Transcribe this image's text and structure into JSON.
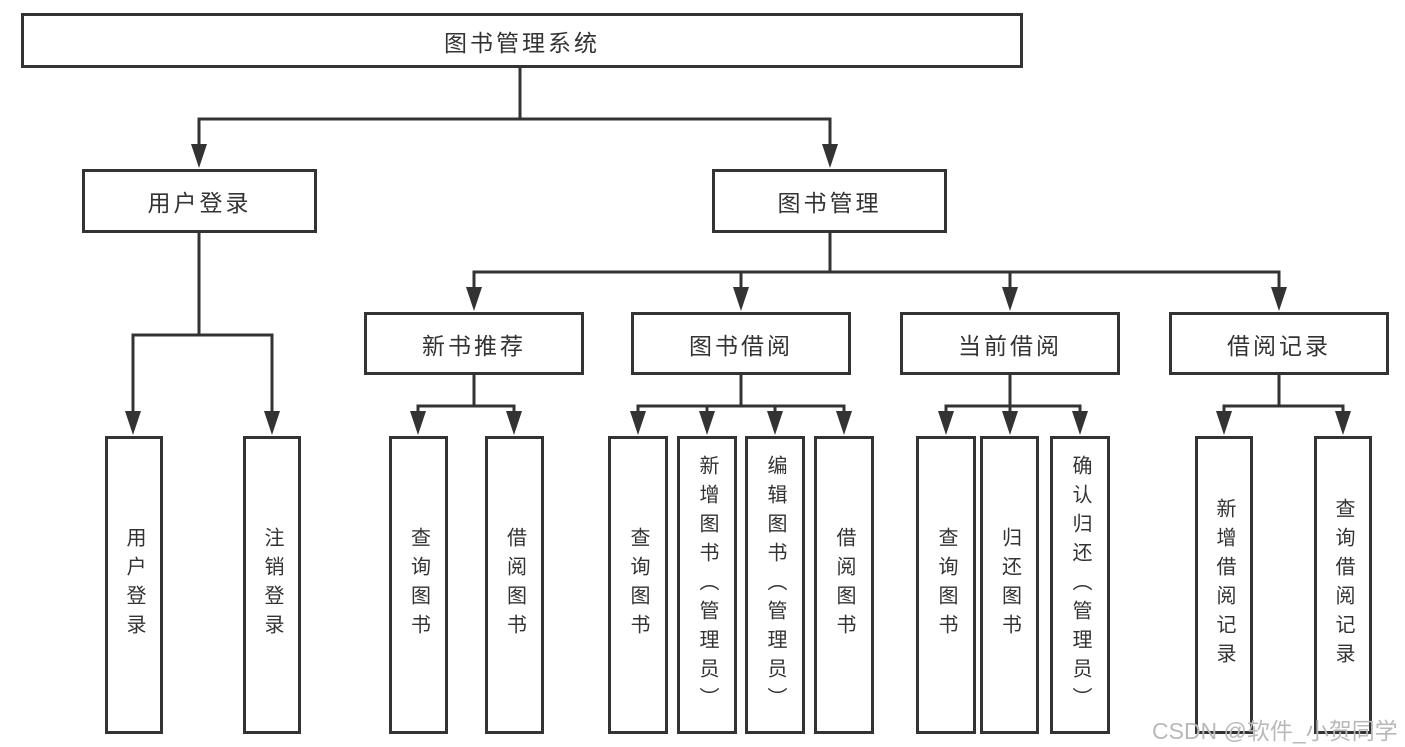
{
  "tree": {
    "root": {
      "label": "图书管理系统"
    },
    "branches": [
      {
        "label": "用户登录",
        "children": [
          {
            "label": "用户登录"
          },
          {
            "label": "注销登录"
          }
        ]
      },
      {
        "label": "图书管理",
        "children": [
          {
            "label": "新书推荐",
            "children": [
              {
                "label": "查询图书"
              },
              {
                "label": "借阅图书"
              }
            ]
          },
          {
            "label": "图书借阅",
            "children": [
              {
                "label": "查询图书"
              },
              {
                "label": "新增图书（管理员）"
              },
              {
                "label": "编辑图书（管理员）"
              },
              {
                "label": "借阅图书"
              }
            ]
          },
          {
            "label": "当前借阅",
            "children": [
              {
                "label": "查询图书"
              },
              {
                "label": "归还图书"
              },
              {
                "label": "确认归还（管理员）"
              }
            ]
          },
          {
            "label": "借阅记录",
            "children": [
              {
                "label": "新增借阅记录"
              },
              {
                "label": "查询借阅记录"
              }
            ]
          }
        ]
      }
    ]
  },
  "watermark": {
    "text": "CSDN @软件_小贺同学"
  },
  "colors": {
    "line": "#333333",
    "box_border": "#333333",
    "text": "#333333",
    "background": "#ffffff",
    "watermark": "#b9b9b9"
  }
}
